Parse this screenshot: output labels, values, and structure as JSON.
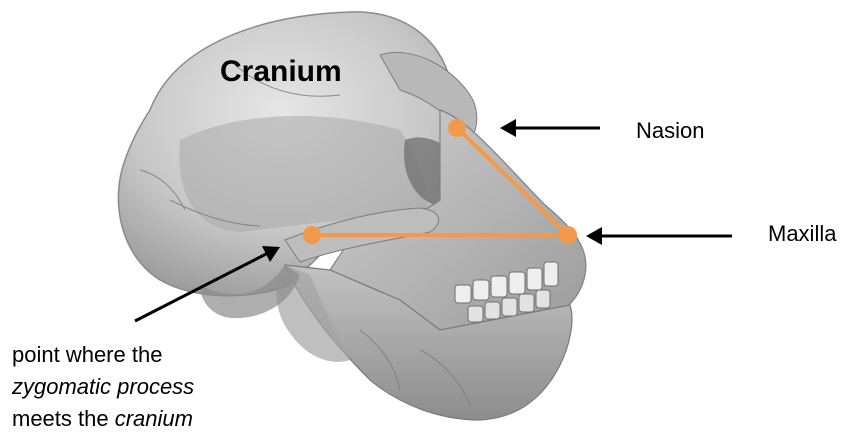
{
  "title": "Cranium",
  "labels": {
    "nasion": "Nasion",
    "maxilla": "Maxilla",
    "zygomatic_line1": "point where the",
    "zygomatic_line2_italic": "zygomatic process",
    "zygomatic_line3_plain": "meets the ",
    "zygomatic_line3_italic": "cranium"
  },
  "colors": {
    "marker": "#f39a4a",
    "arrow": "#000000",
    "skull_light": "#dcdcdc",
    "skull_mid": "#b5b5b5",
    "skull_dark": "#7a7a7a"
  }
}
